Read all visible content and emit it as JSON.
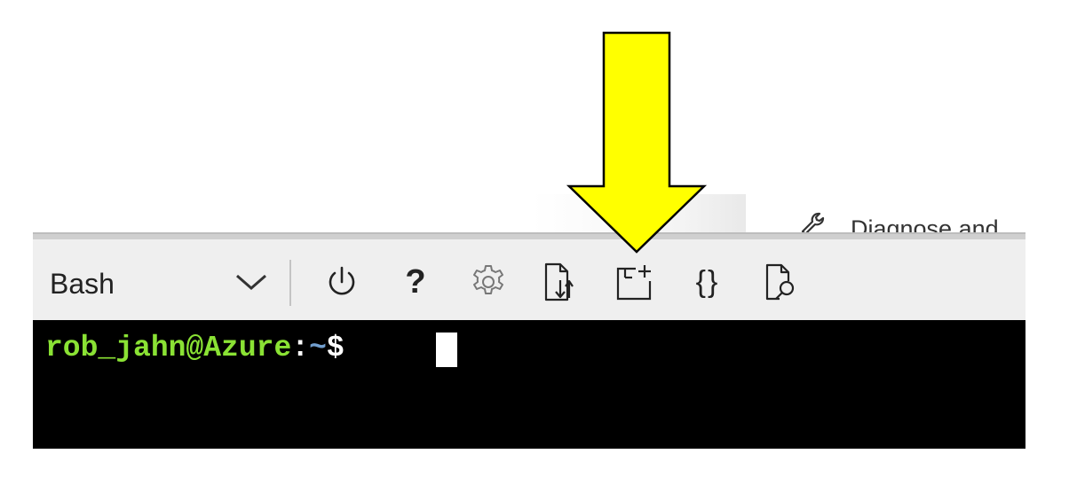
{
  "portal": {
    "menu_item_label": "Diagnose and"
  },
  "shell": {
    "selected_shell": "Bash",
    "toolbar": {
      "buttons": [
        {
          "name": "power-button",
          "icon": "power-icon"
        },
        {
          "name": "help-button",
          "icon": "question-icon",
          "glyph": "?"
        },
        {
          "name": "settings-button",
          "icon": "gear-icon"
        },
        {
          "name": "upload-download-button",
          "icon": "file-upload-download-icon"
        },
        {
          "name": "open-new-session-button",
          "icon": "new-session-icon"
        },
        {
          "name": "editor-button",
          "icon": "braces-icon",
          "glyph": "{}"
        },
        {
          "name": "web-preview-button",
          "icon": "file-search-icon"
        }
      ]
    },
    "terminal": {
      "user_host": "rob_jahn@Azure",
      "colon": ":",
      "path": "~",
      "dollar": "$ "
    }
  },
  "annotation": {
    "arrow_color": "#ffff00",
    "arrow_target": "open-new-session-button"
  },
  "colors": {
    "toolbar_bg": "#efefef",
    "terminal_bg": "#000000",
    "prompt_user": "#8ae234",
    "prompt_path": "#729fcf"
  }
}
